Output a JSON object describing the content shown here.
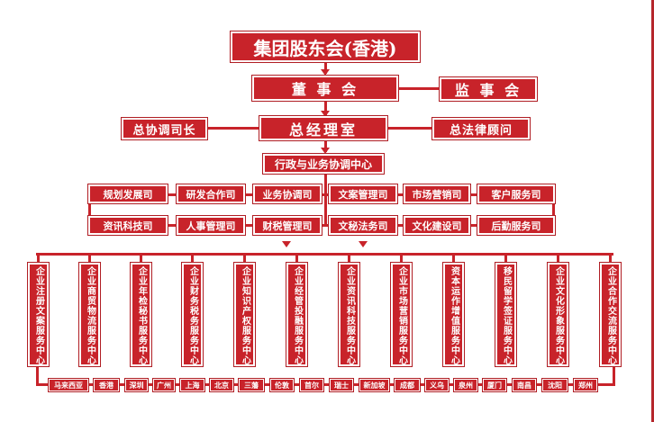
{
  "title": "集团股东会(香港)",
  "board": "董 事 会",
  "supervisory": "监 事 会",
  "ceo_office": "总经理室",
  "coordinator": "总协调司长",
  "legal": "总法律顾问",
  "admin_center": "行政与业务协调中心",
  "departments_row1": [
    "规划发展司",
    "研发合作司",
    "业务协调司",
    "文案管理司",
    "市场营销司",
    "客户服务司"
  ],
  "departments_row2": [
    "资讯科技司",
    "人事管理司",
    "财税管理司",
    "文秘法务司",
    "文化建设司",
    "后勤服务司"
  ],
  "service_centers": [
    "企业注册文案服务中心",
    "企业商贸物流服务中心",
    "企业年检秘书服务中心",
    "企业财务税务服务中心",
    "企业知识产权服务中心",
    "企业经管投融服务中心",
    "企业资讯科技服务中心",
    "企业市场营销服务中心",
    "资本运作增值服务中心",
    "移民留学签证服务中心",
    "企业文化形象服务中心",
    "企业合作交流服务中心"
  ],
  "cities": [
    "马来西亚",
    "香港",
    "深圳",
    "广州",
    "上海",
    "北京",
    "三藩",
    "伦敦",
    "首尔",
    "瑞士",
    "新加坡",
    "成都",
    "义乌",
    "泉州",
    "厦门",
    "南昌",
    "沈阳",
    "郑州"
  ],
  "colors": {
    "box": "#c8232a",
    "line": "#c8232a",
    "text": "#ffffff",
    "background": "#ffffff"
  }
}
